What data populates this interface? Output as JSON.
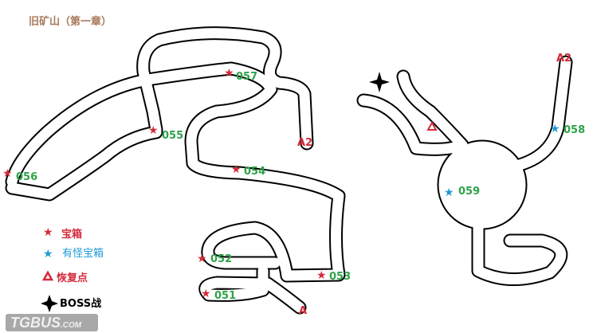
{
  "title": "旧矿山（第一章）",
  "markers": {
    "m057": "057",
    "m055": "055",
    "m056": "056",
    "m054": "054",
    "m052": "052",
    "m053": "053",
    "m051": "051",
    "a2_left": "A2",
    "a_bottom": "A",
    "m059": "059",
    "m058": "058",
    "a2_right": "A2"
  },
  "legend": {
    "chest": "宝箱",
    "monster_chest": "有怪宝箱",
    "restore": "恢复点",
    "boss": "BOSS战"
  },
  "watermark": {
    "brand": "TGBUS",
    ".com": ".COM"
  },
  "colors": {
    "chest": "#d42b3a",
    "monster_chest": "#1e9ad6",
    "label": "#2fa24a",
    "title": "#a8795a"
  }
}
